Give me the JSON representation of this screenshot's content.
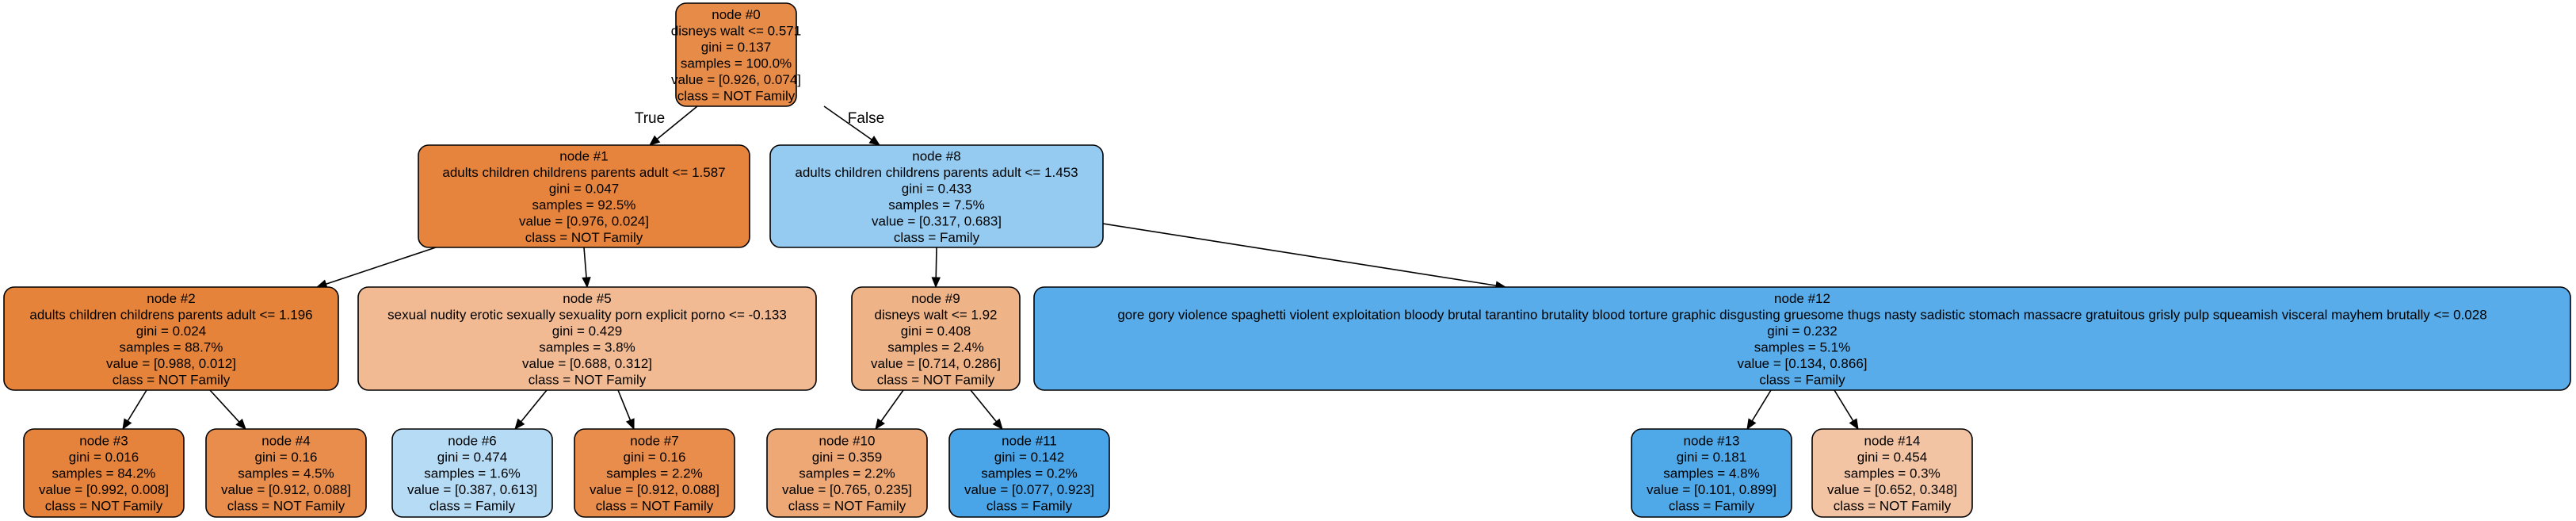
{
  "tree": {
    "nodes": [
      {
        "id": "node-0",
        "lines": [
          "node #0",
          "disneys walt  <= 0.571",
          "gini = 0.137",
          "samples = 100.0%",
          "value = [0.926, 0.074]",
          "class = NOT Family"
        ],
        "fill": "#e78b48"
      },
      {
        "id": "node-1",
        "lines": [
          "node #1",
          "adults children childrens parents adult  <= 1.587",
          "gini = 0.047",
          "samples = 92.5%",
          "value = [0.976, 0.024]",
          "class = NOT Family"
        ],
        "fill": "#e6843e"
      },
      {
        "id": "node-8",
        "lines": [
          "node #8",
          "adults children childrens parents adult  <= 1.453",
          "gini = 0.433",
          "samples = 7.5%",
          "value = [0.317, 0.683]",
          "class = Family"
        ],
        "fill": "#95cbf1"
      },
      {
        "id": "node-2",
        "lines": [
          "node #2",
          "adults children childrens parents adult  <= 1.196",
          "gini = 0.024",
          "samples = 88.7%",
          "value = [0.988, 0.012]",
          "class = NOT Family"
        ],
        "fill": "#e5833b"
      },
      {
        "id": "node-5",
        "lines": [
          "node #5",
          "sexual nudity erotic sexually sexuality porn explicit porno  <= -0.133",
          "gini = 0.429",
          "samples = 3.8%",
          "value = [0.688, 0.312]",
          "class = NOT Family"
        ],
        "fill": "#f1ba93"
      },
      {
        "id": "node-9",
        "lines": [
          "node #9",
          "disneys walt  <= 1.92",
          "gini = 0.408",
          "samples = 2.4%",
          "value = [0.714, 0.286]",
          "class = NOT Family"
        ],
        "fill": "#efb388"
      },
      {
        "id": "node-12",
        "lines": [
          "node #12",
          "gore gory violence spaghetti violent exploitation bloody brutal tarantino brutality blood torture graphic disgusting gruesome thugs nasty sadistic stomach massacre gratuitous grisly pulp squeamish visceral mayhem brutally  <= 0.028",
          "gini = 0.232",
          "samples = 5.1%",
          "value = [0.134, 0.866]",
          "class = Family"
        ],
        "fill": "#58ace9"
      },
      {
        "id": "node-3",
        "lines": [
          "node #3",
          "gini = 0.016",
          "samples = 84.2%",
          "value = [0.992, 0.008]",
          "class = NOT Family"
        ],
        "fill": "#e5823b"
      },
      {
        "id": "node-4",
        "lines": [
          "node #4",
          "gini = 0.16",
          "samples = 4.5%",
          "value = [0.912, 0.088]",
          "class = NOT Family"
        ],
        "fill": "#e88d4c"
      },
      {
        "id": "node-6",
        "lines": [
          "node #6",
          "gini = 0.474",
          "samples = 1.6%",
          "value = [0.387, 0.613]",
          "class = Family"
        ],
        "fill": "#b6dbf5"
      },
      {
        "id": "node-7",
        "lines": [
          "node #7",
          "gini = 0.16",
          "samples = 2.2%",
          "value = [0.912, 0.088]",
          "class = NOT Family"
        ],
        "fill": "#e88d4c"
      },
      {
        "id": "node-10",
        "lines": [
          "node #10",
          "gini = 0.359",
          "samples = 2.2%",
          "value = [0.765, 0.235]",
          "class = NOT Family"
        ],
        "fill": "#eda876"
      },
      {
        "id": "node-11",
        "lines": [
          "node #11",
          "gini = 0.142",
          "samples = 0.2%",
          "value = [0.077, 0.923]",
          "class = Family"
        ],
        "fill": "#49a5e7"
      },
      {
        "id": "node-13",
        "lines": [
          "node #13",
          "gini = 0.181",
          "samples = 4.8%",
          "value = [0.101, 0.899]",
          "class = Family"
        ],
        "fill": "#4fa8e8"
      },
      {
        "id": "node-14",
        "lines": [
          "node #14",
          "gini = 0.454",
          "samples = 0.3%",
          "value = [0.652, 0.348]",
          "class = NOT Family"
        ],
        "fill": "#f3c4a3"
      }
    ],
    "edges": [
      {
        "from": "node-0",
        "to": "node-1",
        "label": "True"
      },
      {
        "from": "node-0",
        "to": "node-8",
        "label": "False"
      },
      {
        "from": "node-1",
        "to": "node-2"
      },
      {
        "from": "node-1",
        "to": "node-5"
      },
      {
        "from": "node-8",
        "to": "node-9"
      },
      {
        "from": "node-8",
        "to": "node-12"
      },
      {
        "from": "node-2",
        "to": "node-3"
      },
      {
        "from": "node-2",
        "to": "node-4"
      },
      {
        "from": "node-5",
        "to": "node-6"
      },
      {
        "from": "node-5",
        "to": "node-7"
      },
      {
        "from": "node-9",
        "to": "node-10"
      },
      {
        "from": "node-9",
        "to": "node-11"
      },
      {
        "from": "node-12",
        "to": "node-13"
      },
      {
        "from": "node-12",
        "to": "node-14"
      }
    ]
  }
}
